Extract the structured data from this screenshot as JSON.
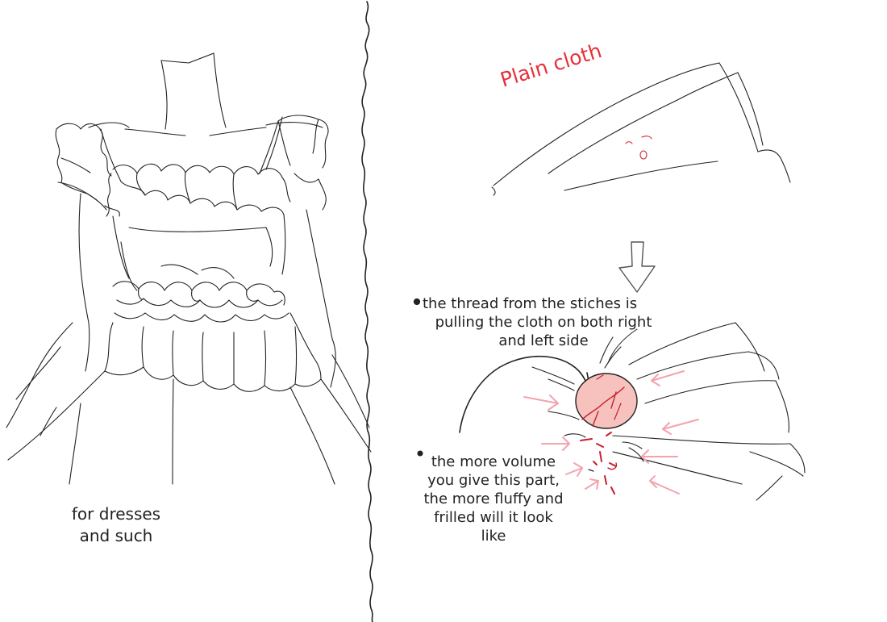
{
  "caption_dress": [
    "for dresses",
    "and such"
  ],
  "label_plain_cloth": "Plain cloth",
  "note_thread": [
    "the thread from the stiches is",
    "pulling the cloth on both right",
    "and left side"
  ],
  "note_volume": [
    "the more volume",
    "you give this part,",
    "the more fluffy and",
    "frilled will it look",
    "like"
  ],
  "colors": {
    "ink": "#222222",
    "label_red": "#e8303a",
    "arrow_pink": "#f3a3ae",
    "stitch_fill": "#f7c2bd",
    "stitch_red": "#c2222e"
  }
}
